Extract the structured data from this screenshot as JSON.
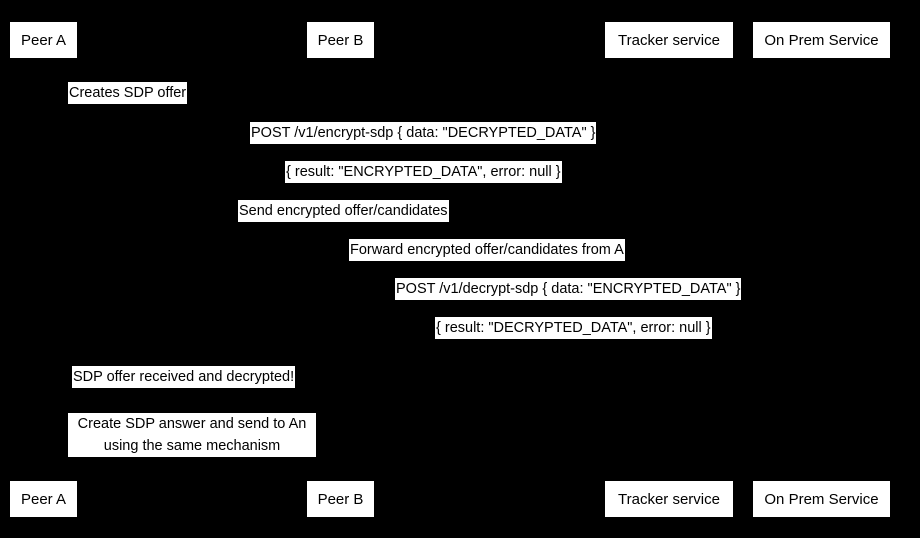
{
  "diagram": {
    "type": "sequence-diagram",
    "title": "",
    "background_color": "#000000",
    "label_background_color": "#ffffff",
    "label_text_color": "#000000",
    "participants": [
      {
        "id": "peer-a",
        "label": "Peer A"
      },
      {
        "id": "peer-b",
        "label": "Peer B"
      },
      {
        "id": "tracker-service",
        "label": "Tracker service"
      },
      {
        "id": "on-prem-service",
        "label": "On Prem Service"
      }
    ],
    "messages": [
      {
        "id": "m1",
        "text": "Creates SDP offer",
        "from": "peer-a",
        "to": "peer-a"
      },
      {
        "id": "m2",
        "text": "POST /v1/encrypt-sdp { data: \"DECRYPTED_DATA\" }",
        "from": "peer-a",
        "to": "on-prem-service"
      },
      {
        "id": "m3",
        "text": "{ result: \"ENCRYPTED_DATA\", error: null }",
        "from": "on-prem-service",
        "to": "peer-a"
      },
      {
        "id": "m4",
        "text": "Send encrypted offer/candidates",
        "from": "peer-a",
        "to": "tracker-service"
      },
      {
        "id": "m5",
        "text": "Forward encrypted offer/candidates from A",
        "from": "tracker-service",
        "to": "peer-b"
      },
      {
        "id": "m6",
        "text": "POST /v1/decrypt-sdp { data: \"ENCRYPTED_DATA\" }",
        "from": "peer-b",
        "to": "on-prem-service"
      },
      {
        "id": "m7",
        "text": "{ result: \"DECRYPTED_DATA\", error: null }",
        "from": "on-prem-service",
        "to": "peer-b"
      },
      {
        "id": "m8",
        "text": "SDP offer received and decrypted!",
        "from": "peer-b",
        "to": "peer-b"
      },
      {
        "id": "m9",
        "text": "Create SDP answer and send to An\nusing the same mechanism",
        "from": "peer-b",
        "to": "peer-b"
      }
    ]
  }
}
